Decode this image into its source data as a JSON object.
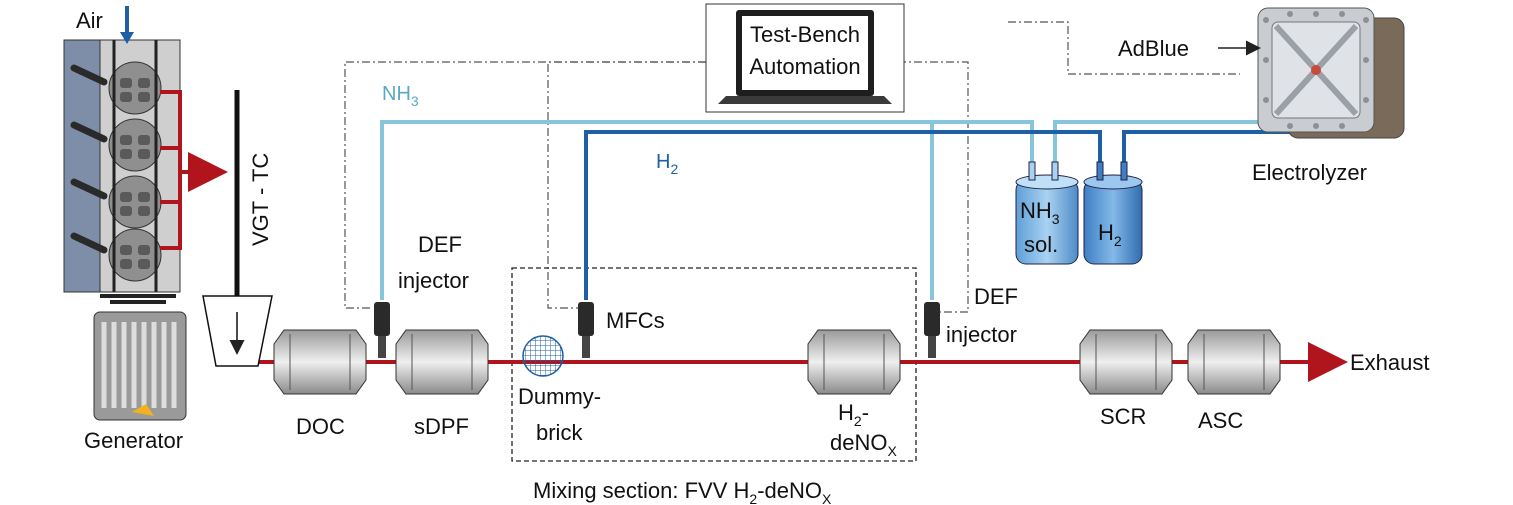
{
  "labels": {
    "air": "Air",
    "generator": "Generator",
    "vgt": "VGT - TC",
    "doc": "DOC",
    "sdpf": "sDPF",
    "def1_line1": "DEF",
    "def1_line2": "injector",
    "dummy_line1": "Dummy-",
    "dummy_line2": "brick",
    "mfcs": "MFCs",
    "h2denox_line1": "H",
    "h2denox_sub1": "2",
    "h2denox_dash": "-",
    "h2denox_line2": "deNO",
    "h2denox_sub2": "X",
    "def2_line1": "DEF",
    "def2_line2": "injector",
    "scr": "SCR",
    "asc": "ASC",
    "exhaust": "Exhaust",
    "mixing_prefix": "Mixing section: FVV H",
    "mixing_sub1": "2",
    "mixing_mid": "-deNO",
    "mixing_sub2": "X",
    "test_bench_line1": "Test-Bench",
    "test_bench_line2": "Automation",
    "adblue": "AdBlue",
    "electrolyzer": "Electrolyzer",
    "nh3_line": "NH",
    "nh3_sub": "3",
    "h2_line": "H",
    "h2_sub": "2",
    "nh3sol_line1": "NH",
    "nh3sol_sub": "3",
    "nh3sol_line2": "sol.",
    "h2tank": "H",
    "h2tank_sub": "2"
  },
  "colors": {
    "exhaust_line": "#b0141c",
    "nh3_line": "#86c5dc",
    "h2_line": "#1f5fa3",
    "nh3_text": "#5aa8c8",
    "h2_text": "#1f5fa3",
    "control_line": "#555555"
  }
}
